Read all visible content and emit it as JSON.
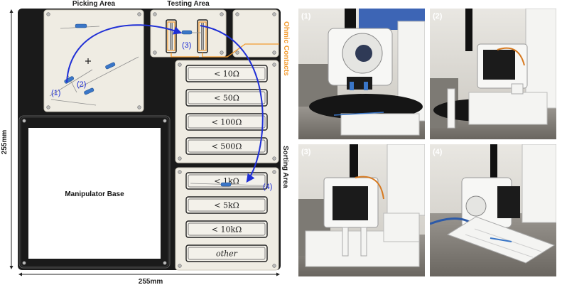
{
  "layout_labels": {
    "picking_area": "Picking Area",
    "testing_area": "Testing Area",
    "sorting_area": "Sorting Area",
    "ohmic_contacts": "Ohmic Contacts",
    "manipulator_base": "Manipulator Base",
    "width_dim": "255mm",
    "height_dim": "255mm"
  },
  "steps": [
    "(1)",
    "(2)",
    "(3)",
    "(4)"
  ],
  "sorting_slots": [
    "< 10Ω",
    "< 50Ω",
    "< 100Ω",
    "< 500Ω",
    "< 1kΩ",
    "< 5kΩ",
    "< 10kΩ",
    "other"
  ],
  "photos": [
    {
      "label": "(1)",
      "scene": "gripper-picking-resistor"
    },
    {
      "label": "(2)",
      "scene": "gripper-over-tester"
    },
    {
      "label": "(3)",
      "scene": "gripper-on-ohmic-contacts"
    },
    {
      "label": "(4)",
      "scene": "gripper-placing-in-sorting-tray"
    }
  ],
  "colors": {
    "arrow": "#1f2fd6",
    "ohmic": "#f29a2e",
    "board_bg": "#1a1a1a",
    "card_bg": "#efece3",
    "resistor": "#3a76c7"
  }
}
